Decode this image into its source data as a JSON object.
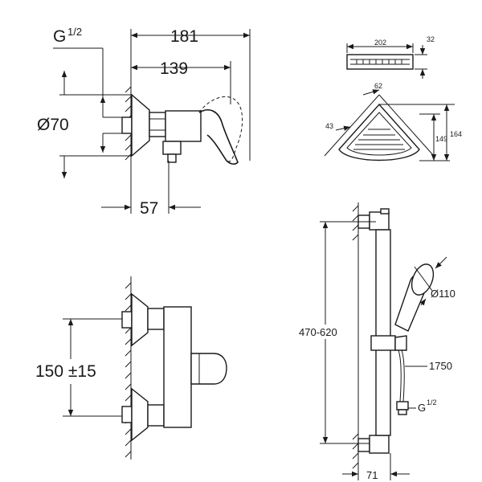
{
  "mixer_side": {
    "connection_label": "G",
    "connection_fraction": "1/2",
    "dim_total_depth": "181",
    "dim_spout_depth": "139",
    "dim_escutcheon": "Ø70",
    "dim_body": "57"
  },
  "mixer_front": {
    "dim_centres": "150 ±15"
  },
  "shelf": {
    "dim_width": "202",
    "dim_height": "32",
    "dim_side": "62",
    "dim_depth_small": "43",
    "dim_depth": "149",
    "dim_total": "164"
  },
  "rail": {
    "dim_adjust": "470-620",
    "dim_hand_shower": "Ø110",
    "dim_hose": "1750",
    "connection_label": "G",
    "connection_fraction": "1/2",
    "dim_offset": "71"
  }
}
